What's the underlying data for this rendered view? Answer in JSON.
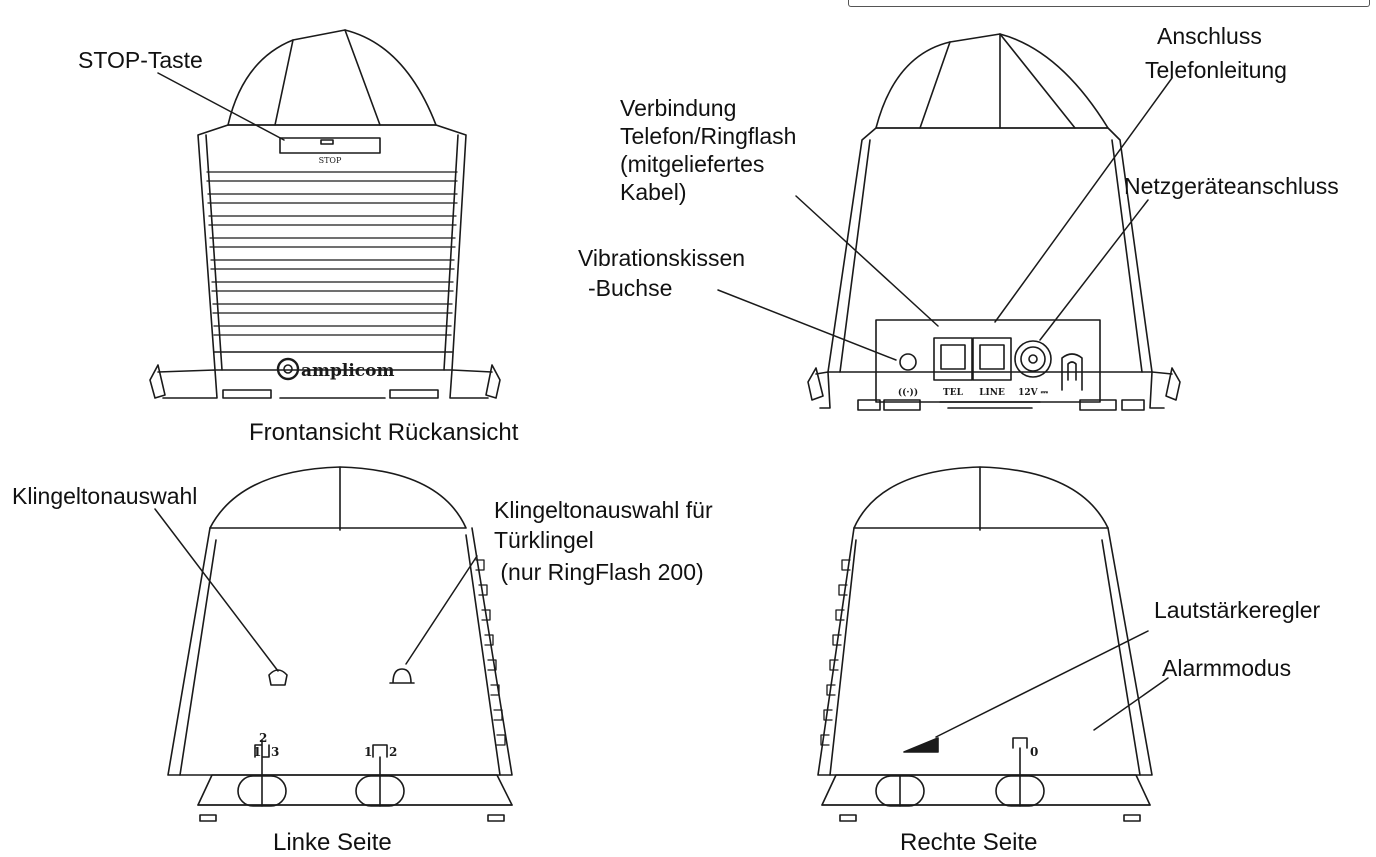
{
  "labels": {
    "stop_taste": "STOP-Taste",
    "anschluss_line1": "Anschluss",
    "anschluss_line2": "Telefonleitung",
    "verbindung_line1": "Verbindung",
    "verbindung_line2": "Telefon/Ringflash",
    "verbindung_line3": "(mitgeliefertes",
    "verbindung_line4": "Kabel)",
    "netzgeraet": "Netzgeräteanschluss",
    "vibration_line1": "Vibrationskissen",
    "vibration_line2": "-Buchse",
    "klingelton": "Klingeltonauswahl",
    "tuer_line1": "Klingeltonauswahl für",
    "tuer_line2": "Türklingel",
    "tuer_line3": " (nur RingFlash 200)",
    "lautstaerke": "Lautstärkeregler",
    "alarmmodus": "Alarmmodus"
  },
  "captions": {
    "front_back": "Frontansicht Rückansicht",
    "left": "Linke Seite",
    "right": "Rechte Seite"
  },
  "device_text": {
    "stop": "STOP",
    "brand": "amplicom",
    "tel": "TEL",
    "line": "LINE",
    "power": "12V ⎓",
    "left_sw1": [
      "1",
      "2",
      "3"
    ],
    "left_sw2": [
      "1",
      "2"
    ],
    "right_sw2_zero": "0"
  },
  "colors": {
    "line": "#1a1a1a",
    "background": "#ffffff"
  }
}
